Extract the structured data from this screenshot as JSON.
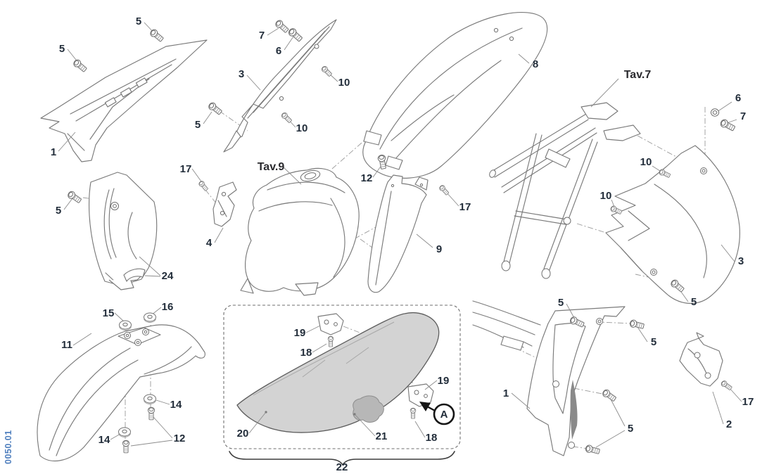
{
  "page_code": "0050.01",
  "colors": {
    "line": "#7a7a7a",
    "label": "#222d3a",
    "page_code": "#4f7fbe",
    "seat_fill": "#d3d3d3",
    "seat_patch": "#b7b7b7"
  },
  "detail_circle": {
    "label": "A"
  },
  "callouts": [
    {
      "label": "5"
    },
    {
      "label": "5"
    },
    {
      "label": "1"
    },
    {
      "label": "7"
    },
    {
      "label": "6"
    },
    {
      "label": "3"
    },
    {
      "label": "10"
    },
    {
      "label": "5"
    },
    {
      "label": "10"
    },
    {
      "label": "8"
    },
    {
      "label": "12"
    },
    {
      "label": "17"
    },
    {
      "label": "4"
    },
    {
      "label": "Tav.9"
    },
    {
      "label": "17"
    },
    {
      "label": "9"
    },
    {
      "label": "5"
    },
    {
      "label": "24"
    },
    {
      "label": "15"
    },
    {
      "label": "16"
    },
    {
      "label": "11"
    },
    {
      "label": "14"
    },
    {
      "label": "14"
    },
    {
      "label": "12"
    },
    {
      "label": "19"
    },
    {
      "label": "18"
    },
    {
      "label": "19"
    },
    {
      "label": "18"
    },
    {
      "label": "20"
    },
    {
      "label": "21"
    },
    {
      "label": "22"
    },
    {
      "label": "Tav.7"
    },
    {
      "label": "6"
    },
    {
      "label": "7"
    },
    {
      "label": "10"
    },
    {
      "label": "10"
    },
    {
      "label": "3"
    },
    {
      "label": "5"
    },
    {
      "label": "5"
    },
    {
      "label": "5"
    },
    {
      "label": "1"
    },
    {
      "label": "5"
    },
    {
      "label": "17"
    },
    {
      "label": "2"
    },
    {
      "label": "A"
    }
  ]
}
